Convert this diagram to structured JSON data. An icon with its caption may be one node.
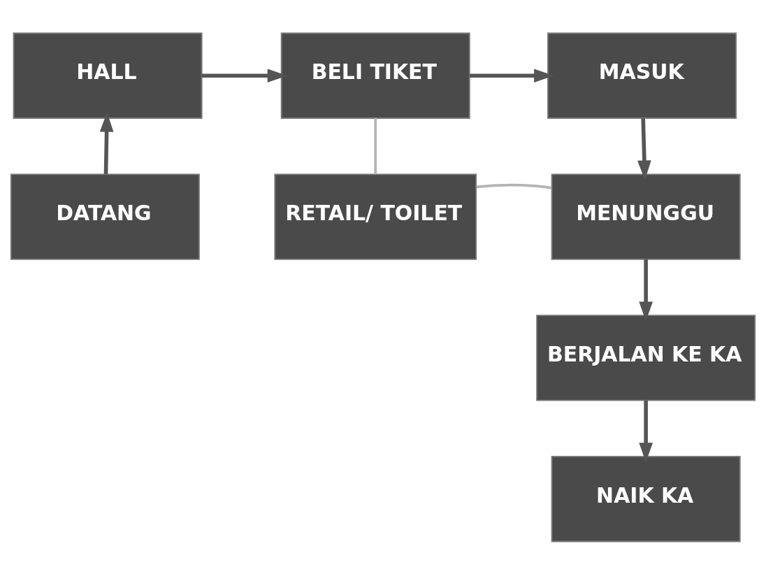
{
  "diagram": {
    "nodes": [
      {
        "text": [
          "HALL"
        ]
      },
      {
        "text": [
          "BELI TIKET"
        ]
      },
      {
        "text": [
          "MASUK"
        ]
      },
      {
        "text": [
          "DATANG"
        ]
      },
      {
        "text": [
          "RETAIL/ TOILET"
        ]
      },
      {
        "text": [
          "MENUNGGU"
        ]
      },
      {
        "text": [
          "BERJALAN KE KA"
        ]
      },
      {
        "text": [
          "NAIK KA"
        ]
      }
    ],
    "edges": [
      {
        "from": 3,
        "to": 0,
        "arrow": "to"
      },
      {
        "from": 0,
        "to": 1,
        "arrow": "to"
      },
      {
        "from": 1,
        "to": 2,
        "arrow": "to"
      },
      {
        "from": 2,
        "to": 5,
        "arrow": "to"
      },
      {
        "from": 1,
        "to": 4,
        "arrow": "none",
        "color": "#b4b4b4"
      },
      {
        "from": 4,
        "to": 5,
        "arrow": "none",
        "color": "#b4b4b4"
      },
      {
        "from": 5,
        "to": 6,
        "arrow": "to"
      },
      {
        "from": 6,
        "to": 7,
        "arrow": "to"
      }
    ]
  }
}
